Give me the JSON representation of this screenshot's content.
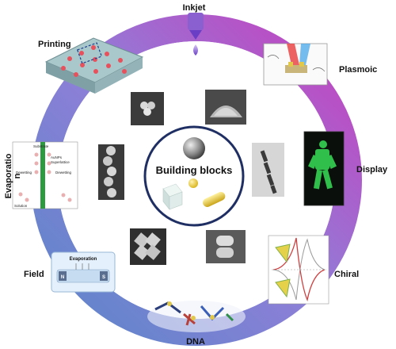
{
  "center": {
    "title": "Building blocks"
  },
  "ring_labels": {
    "inkjet": "Inkjet",
    "plasmoic": "Plasmoic",
    "display": "Display",
    "chiral": "Chiral",
    "dna": "DNA",
    "field": "Field",
    "evaporation_line1": "Evaporatio",
    "evaporation_line2": "n",
    "printing": "Printing"
  },
  "inset_text": {
    "evaporation_substrate": "Substrate",
    "evaporation_superlattice_1": "AuNPs",
    "evaporation_superlattice_2": "Superlattice",
    "evaporation_dewetting_left": "Dewetting",
    "evaporation_dewetting_right": "Dewetting",
    "evaporation_solution": "Solution",
    "field_title": "Evaporation",
    "field_left_electrode": "N",
    "field_right_electrode": "S"
  },
  "colors": {
    "ring_top": "#6f7fd2",
    "ring_right": "#c23ec0",
    "ring_left": "#5a86c9",
    "center_circle_stroke": "#1f2f63"
  }
}
